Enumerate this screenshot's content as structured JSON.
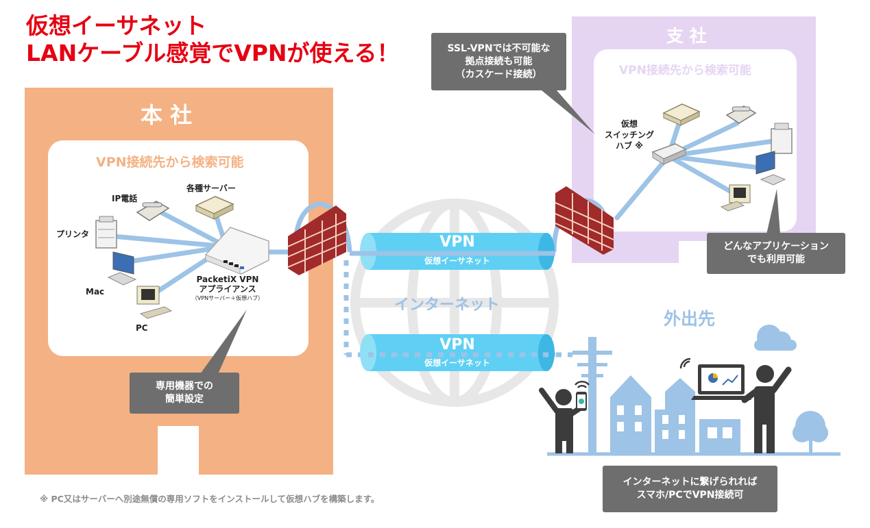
{
  "title": {
    "line1": "仮想イーサネット",
    "line2": "LANケーブル感覚でVPNが使える！"
  },
  "hq": {
    "label": "本 社",
    "search_label": "VPN接続先から検索可能",
    "devices": {
      "ip_phone": "IP電話",
      "servers": "各種サーバー",
      "printer": "プリンタ",
      "mac": "Mac",
      "pc": "PC"
    },
    "appliance": {
      "line1": "PacketiX VPN",
      "line2": "アプライアンス",
      "line3": "（VPNサーバー＋仮想ハブ）"
    }
  },
  "branch": {
    "label": "支 社",
    "search_label": "VPN接続先から検索可能",
    "hub": {
      "line1": "仮想",
      "line2": "スイッチング",
      "line3": "ハブ ※"
    }
  },
  "internet_label": "インターネット",
  "tunnels": [
    {
      "title": "VPN",
      "subtitle": "仮想イーサネット"
    },
    {
      "title": "VPN",
      "subtitle": "仮想イーサネット"
    }
  ],
  "remote": {
    "label": "外出先"
  },
  "callouts": {
    "ssl": {
      "line1": "SSL-VPNでは不可能な",
      "line2": "拠点接続も可能",
      "line3": "（カスケード接続）"
    },
    "apps": {
      "line1": "どんなアプリケーション",
      "line2": "でも利用可能"
    },
    "setup": {
      "line1": "専用機器での",
      "line2": "簡単設定"
    },
    "mobile": {
      "line1": "インターネットに繋げられれば",
      "line2": "スマホ/PCでVPN接続可"
    }
  },
  "footnote": "※ PC又はサーバーへ別途無償の専用ソフトをインストールして仮想ハブを構築します。",
  "colors": {
    "title": "#e60012",
    "hq_bg": "#f4b183",
    "branch_bg": "#e5d5f2",
    "tunnel": "#5fd0f3",
    "line": "#9dc3e6",
    "callout": "#6e6e6e",
    "brick": "#a12a2a"
  }
}
